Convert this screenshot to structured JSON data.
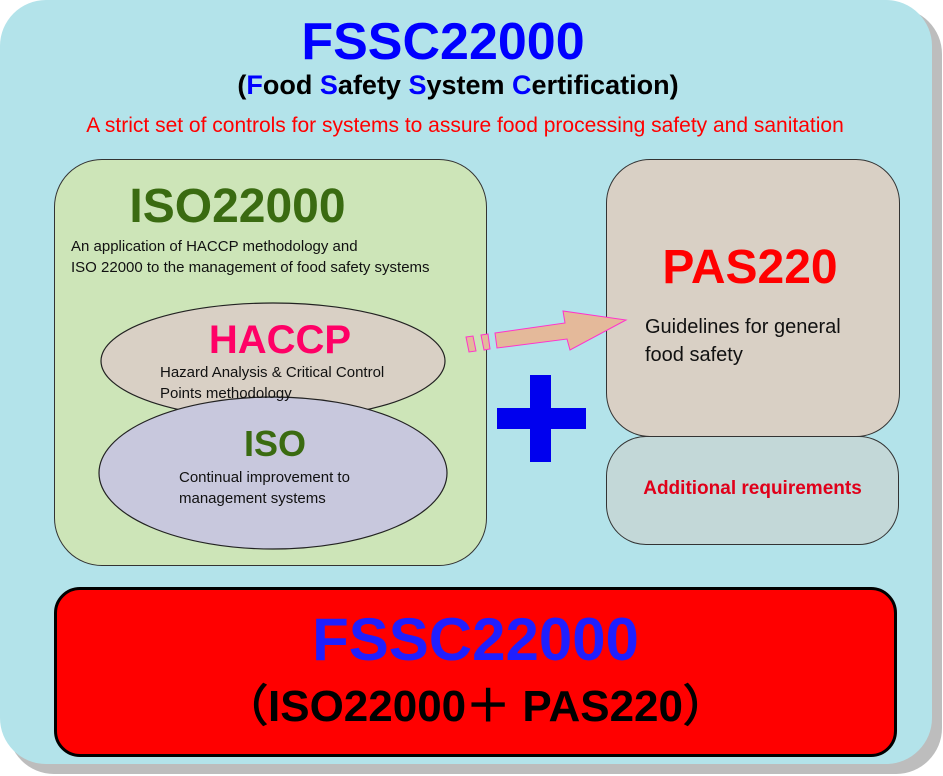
{
  "header": {
    "title": "FSSC22000",
    "subtitle_parts": [
      {
        "text": "(",
        "highlight": false
      },
      {
        "text": "F",
        "highlight": true
      },
      {
        "text": "ood ",
        "highlight": false
      },
      {
        "text": "S",
        "highlight": true
      },
      {
        "text": "afety ",
        "highlight": false
      },
      {
        "text": "S",
        "highlight": true
      },
      {
        "text": "ystem ",
        "highlight": false
      },
      {
        "text": "C",
        "highlight": true
      },
      {
        "text": "ertification)",
        "highlight": false
      }
    ],
    "tagline": "A strict set of controls for systems to assure food processing safety and sanitation"
  },
  "iso22000": {
    "title": "ISO22000",
    "desc_line1": "An application of HACCP methodology and",
    "desc_line2": "ISO 22000 to the management of food safety systems"
  },
  "haccp": {
    "title": "HACCP",
    "desc_line1": "Hazard Analysis & Critical Control",
    "desc_line2": "Points methodology"
  },
  "iso": {
    "title": "ISO",
    "desc_line1": "Continual improvement to",
    "desc_line2": "management systems"
  },
  "pas220": {
    "title": "PAS220",
    "desc_line1": "Guidelines for general",
    "desc_line2": "food safety"
  },
  "additional": {
    "label": "Additional requirements"
  },
  "result": {
    "title": "FSSC22000",
    "formula": "（ISO22000＋ PAS220）"
  },
  "colors": {
    "panel": "#b3e3ea",
    "title_blue": "#0000ff",
    "iso_green": "#3a6b11",
    "haccp_pink": "#ff0066",
    "pas_red": "#ff0000",
    "result_red": "#ff0000"
  }
}
